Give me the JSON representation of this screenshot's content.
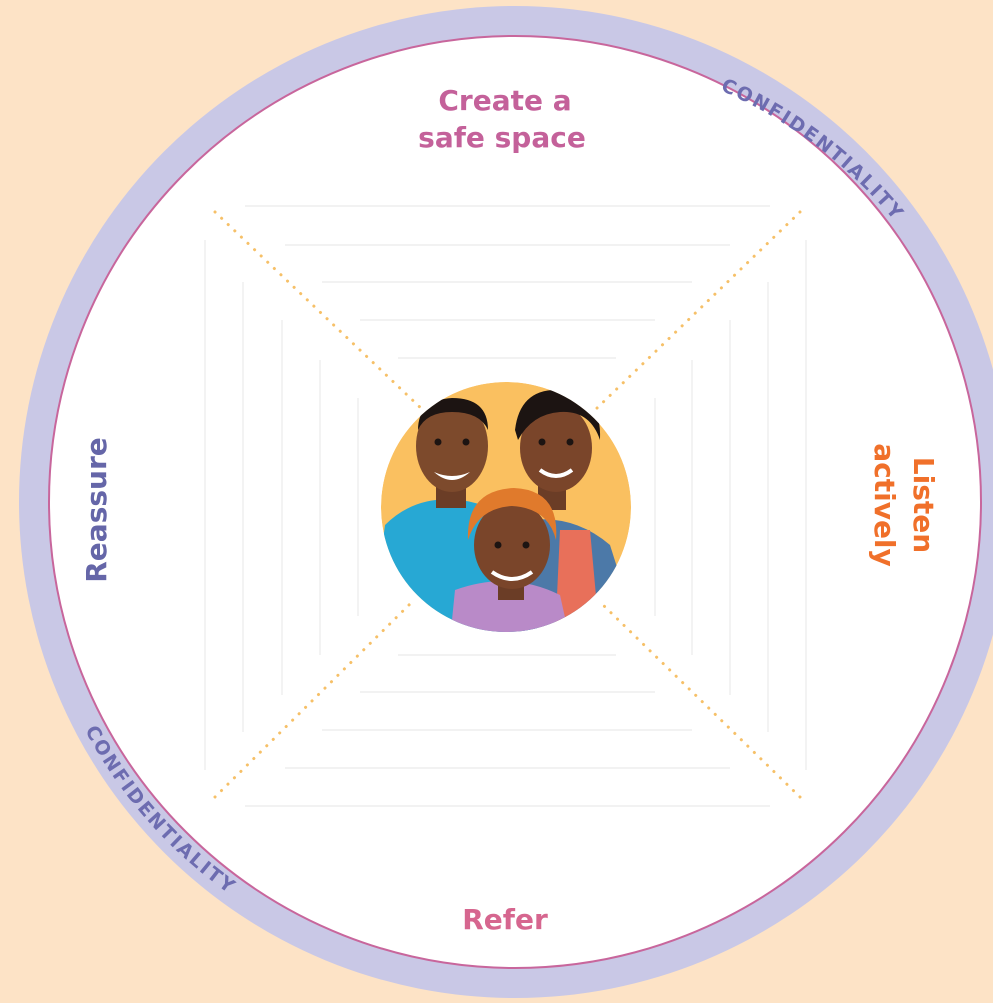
{
  "colors": {
    "background": "#fde3c6",
    "ring": "#c9c8e6",
    "ring_border": "#c8669c",
    "top_label": "#c4619a",
    "bottom_label": "#d6668f",
    "left_label": "#6566a8",
    "right_label": "#f0702a",
    "ring_text": "#6d6cb0",
    "dotted_lines": "#f6c068",
    "photo_bg": "#fac060"
  },
  "labels": {
    "top_line1": "Create a",
    "top_line2": "safe space",
    "bottom": "Refer",
    "left": "Reassure",
    "right_line1": "Listen",
    "right_line2": "actively"
  },
  "ring": {
    "text_upper": "CONFIDENTIALITY",
    "text_lower": "CONFIDENTIALITY"
  },
  "center_image": {
    "icon": "three-young-people-portrait"
  }
}
